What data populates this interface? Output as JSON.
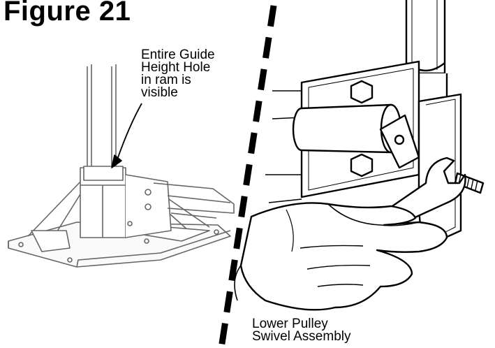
{
  "figure": {
    "title": "Figure 21"
  },
  "callouts": {
    "guide_height": "Entire Guide\nHeight Hole\nin ram is\nvisible",
    "lower_pulley": "Lower Pulley\nSwivel Assembly"
  },
  "colors": {
    "ink": "#000000",
    "light_ink": "#555555",
    "paper": "#ffffff"
  }
}
